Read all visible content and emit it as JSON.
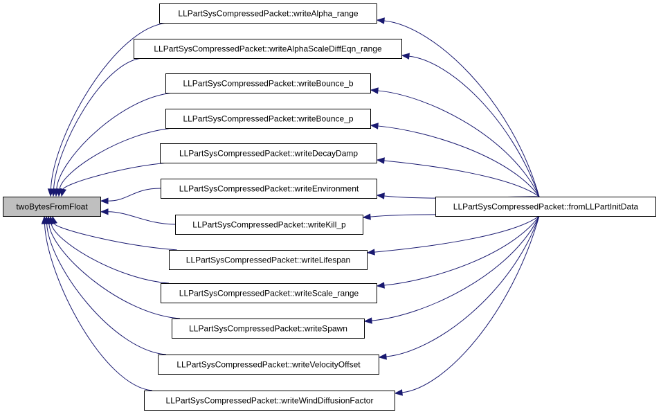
{
  "graph": {
    "root": "twoBytesFromFloat",
    "caller": "LLPartSysCompressedPacket::fromLLPartInitData",
    "middle": [
      "LLPartSysCompressedPacket::writeAlpha_range",
      "LLPartSysCompressedPacket::writeAlphaScaleDiffEqn_range",
      "LLPartSysCompressedPacket::writeBounce_b",
      "LLPartSysCompressedPacket::writeBounce_p",
      "LLPartSysCompressedPacket::writeDecayDamp",
      "LLPartSysCompressedPacket::writeEnvironment",
      "LLPartSysCompressedPacket::writeKill_p",
      "LLPartSysCompressedPacket::writeLifespan",
      "LLPartSysCompressedPacket::writeScale_range",
      "LLPartSysCompressedPacket::writeSpawn",
      "LLPartSysCompressedPacket::writeVelocityOffset",
      "LLPartSysCompressedPacket::writeWindDiffusionFactor"
    ],
    "colors": {
      "edge": "#191970",
      "root_fill": "#bfbfbf",
      "node_fill": "#ffffff",
      "border": "#000000"
    }
  }
}
